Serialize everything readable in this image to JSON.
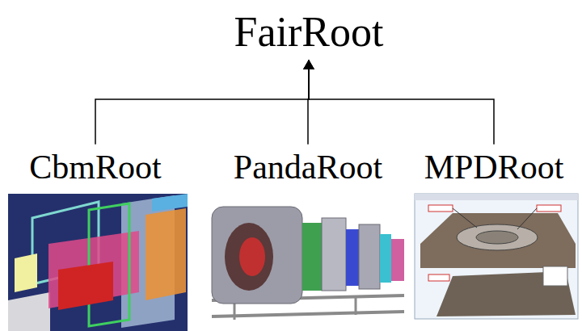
{
  "diagram": {
    "nodes": [
      {
        "text": [
          "FairRoot"
        ]
      },
      {
        "text": [
          "CbmRoot"
        ]
      },
      {
        "text": [
          "PandaRoot"
        ]
      },
      {
        "text": [
          "MPDRoot"
        ]
      }
    ],
    "edges": [
      {
        "from": 1,
        "to": 0,
        "arrow": "to"
      },
      {
        "from": 2,
        "to": 0,
        "arrow": "to"
      },
      {
        "from": 3,
        "to": 0,
        "arrow": "to"
      }
    ]
  }
}
